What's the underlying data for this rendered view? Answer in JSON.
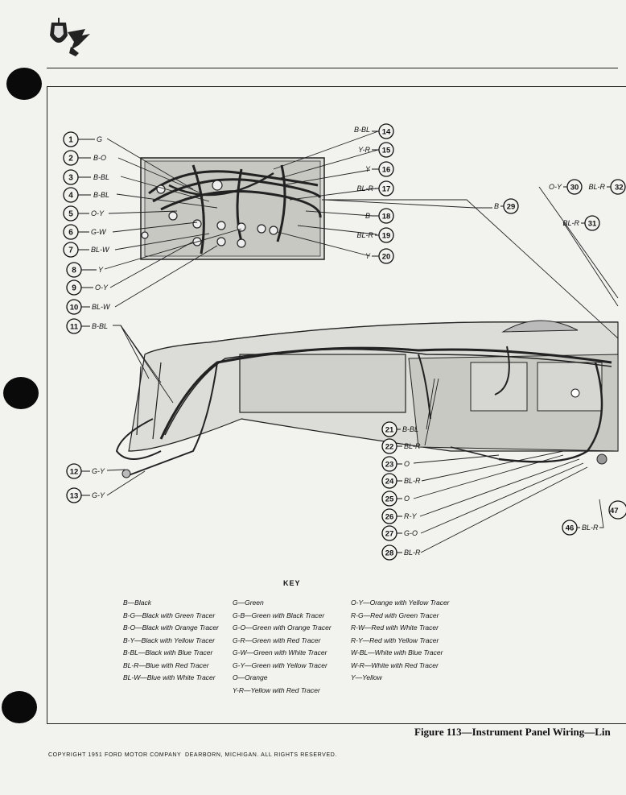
{
  "callouts": [
    {
      "num": "1",
      "wire": "G"
    },
    {
      "num": "2",
      "wire": "B-O"
    },
    {
      "num": "3",
      "wire": "B-BL"
    },
    {
      "num": "4",
      "wire": "B-BL"
    },
    {
      "num": "5",
      "wire": "O-Y"
    },
    {
      "num": "6",
      "wire": "G-W"
    },
    {
      "num": "7",
      "wire": "BL-W"
    },
    {
      "num": "8",
      "wire": "Y"
    },
    {
      "num": "9",
      "wire": "O-Y"
    },
    {
      "num": "10",
      "wire": "BL-W"
    },
    {
      "num": "11",
      "wire": "B-BL"
    },
    {
      "num": "12",
      "wire": "G-Y"
    },
    {
      "num": "13",
      "wire": "G-Y"
    },
    {
      "num": "14",
      "wire": "B-BL"
    },
    {
      "num": "15",
      "wire": "Y-R"
    },
    {
      "num": "16",
      "wire": "Y"
    },
    {
      "num": "17",
      "wire": "BL-R"
    },
    {
      "num": "18",
      "wire": "B"
    },
    {
      "num": "19",
      "wire": "BL-R"
    },
    {
      "num": "20",
      "wire": "Y"
    },
    {
      "num": "21",
      "wire": "B-BL"
    },
    {
      "num": "22",
      "wire": "BL-R"
    },
    {
      "num": "23",
      "wire": "O"
    },
    {
      "num": "24",
      "wire": "BL-R"
    },
    {
      "num": "25",
      "wire": "O"
    },
    {
      "num": "26",
      "wire": "R-Y"
    },
    {
      "num": "27",
      "wire": "G-O"
    },
    {
      "num": "28",
      "wire": "BL-R"
    },
    {
      "num": "29",
      "wire": "B"
    },
    {
      "num": "30",
      "wire": "O-Y"
    },
    {
      "num": "31",
      "wire": "BL-R"
    },
    {
      "num": "32",
      "wire": "BL-R"
    },
    {
      "num": "46",
      "wire": "BL-R"
    },
    {
      "num": "47",
      "wire": ""
    }
  ],
  "key": {
    "title": "KEY",
    "columns": [
      [
        "B—Black",
        "B-G—Black with Green Tracer",
        "B-O—Black with Orange Tracer",
        "B-Y—Black with Yellow Tracer",
        "B-BL—Black with Blue Tracer",
        "BL-R—Blue with Red Tracer",
        "BL-W—Blue with White Tracer"
      ],
      [
        "G—Green",
        "G-B—Green with Black Tracer",
        "G-O—Green with Orange Tracer",
        "G-R—Green with Red Tracer",
        "G-W—Green with White Tracer",
        "G-Y—Green with Yellow Tracer",
        "O—Orange",
        "Y-R—Yellow with Red Tracer"
      ],
      [
        "O-Y—Orange with Yellow Tracer",
        "R-G—Red with Green Tracer",
        "R-W—Red with White Tracer",
        "R-Y—Red with Yellow Tracer",
        "W-BL—White with Blue Tracer",
        "W-R—White with Red Tracer",
        "Y—Yellow"
      ]
    ]
  },
  "caption": "Figure 113—Instrument Panel Wiring—Lin",
  "footer": {
    "copyright": "COPYRIGHT 1951 FORD MOTOR COMPANY",
    "address": "DEARBORN, MICHIGAN. ALL RIGHTS RESERVED."
  },
  "colors": {
    "paper": "#f2f2ef",
    "ink": "#111111"
  },
  "icons": [
    "ford-crest-logo"
  ]
}
